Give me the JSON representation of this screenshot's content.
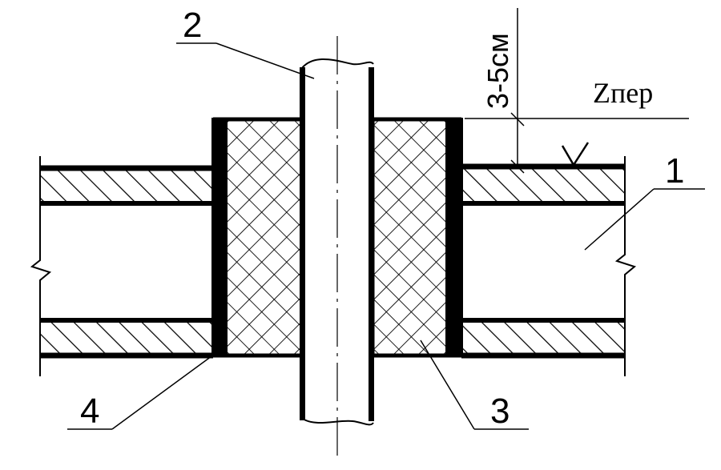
{
  "labels": {
    "slab": "1",
    "pipe": "2",
    "insulation": "3",
    "sleeve": "4",
    "gap": "3-5см",
    "floor_level": "Zпер"
  }
}
